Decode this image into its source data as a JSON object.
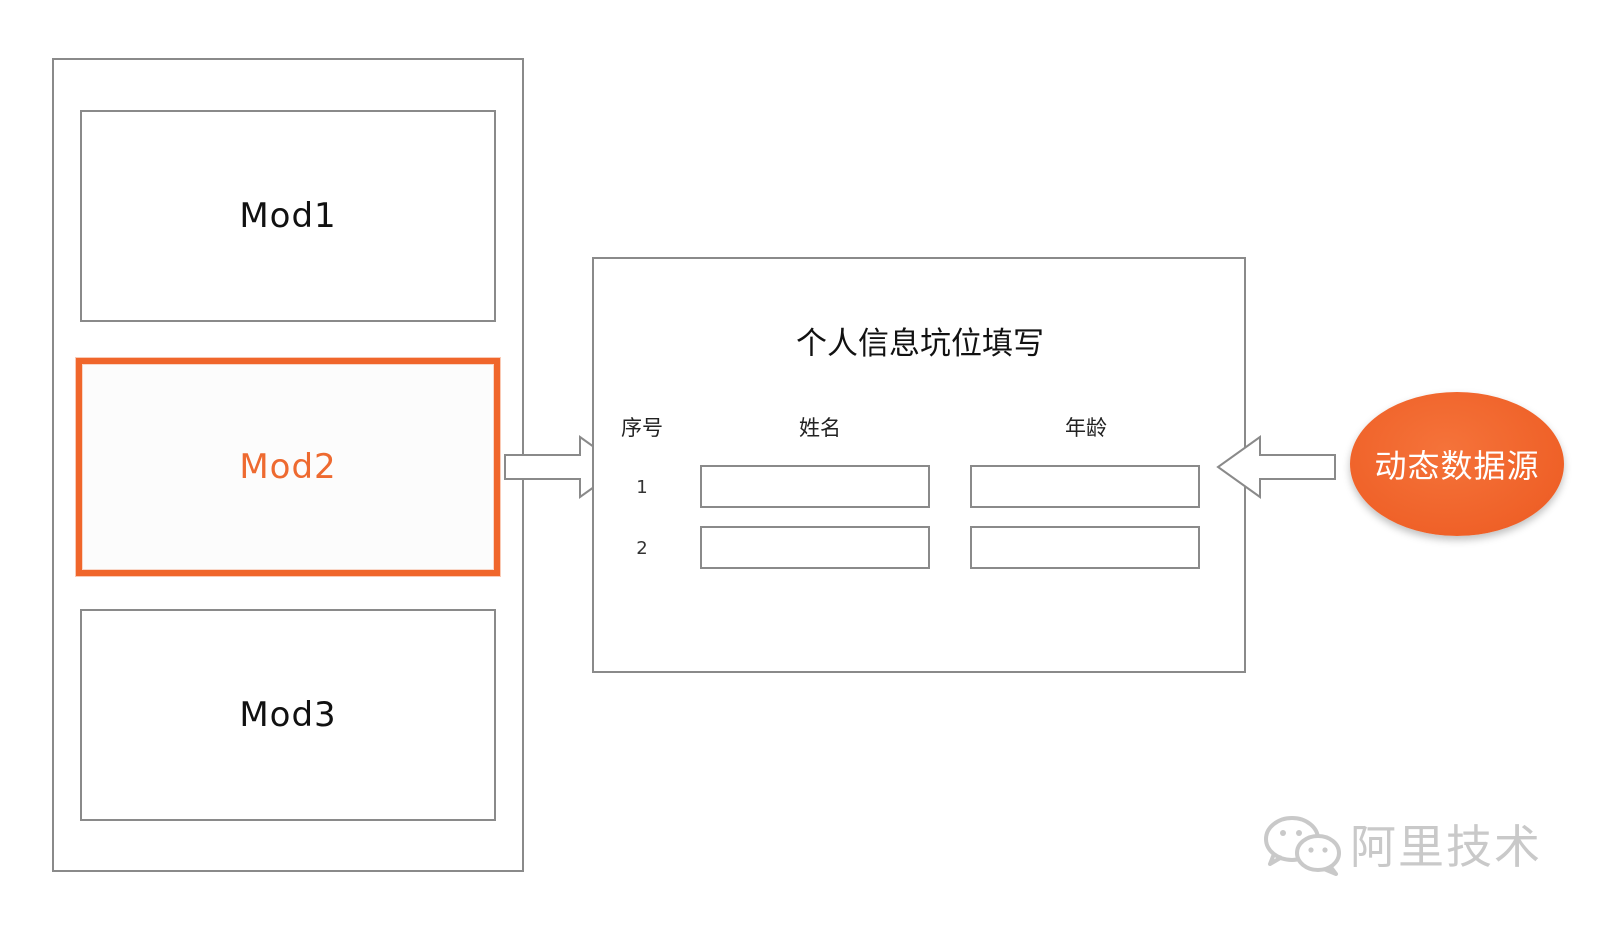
{
  "modules": [
    {
      "label": "Mod1"
    },
    {
      "label": "Mod2"
    },
    {
      "label": "Mod3"
    }
  ],
  "form": {
    "title": "个人信息坑位填写",
    "headers": {
      "index": "序号",
      "name": "姓名",
      "age": "年龄"
    },
    "rows": [
      {
        "index": "1"
      },
      {
        "index": "2"
      }
    ]
  },
  "data_source": {
    "label": "动态数据源"
  },
  "watermark": {
    "text": "阿里技术",
    "icon": "wechat-icon"
  },
  "colors": {
    "accent": "#f0662b",
    "border": "#8a8a8a",
    "watermark": "#c9c9c9"
  }
}
